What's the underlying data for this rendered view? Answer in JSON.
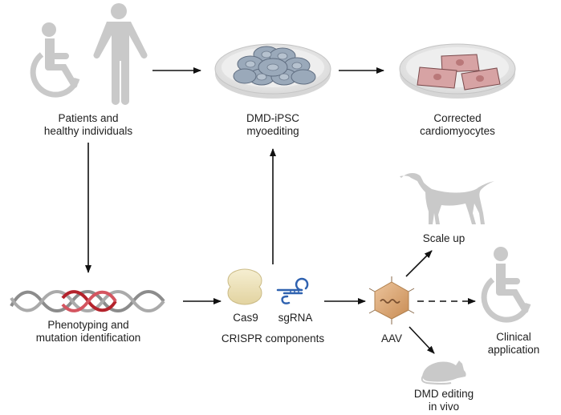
{
  "colors": {
    "icon_gray": "#c9c9c9",
    "arrow": "#111111",
    "cell_blue": "#9aa9ba",
    "cardio_pink": "#c98c8e",
    "dna_red": "#b4232c",
    "dna_gray": "#8c8c8c",
    "cas9": "#eee2b8",
    "sgrna": "#2f62b0",
    "aav": "#d8a674"
  },
  "nodes": {
    "patients": {
      "line1": "Patients and",
      "line2": "healthy individuals"
    },
    "ipsc": {
      "line1": "DMD-iPSC",
      "line2": "myoediting"
    },
    "cardio": {
      "line1": "Corrected",
      "line2": "cardiomyocytes"
    },
    "phenotyping": {
      "line1": "Phenotyping and",
      "line2": "mutation identification"
    },
    "cas9": {
      "label": "Cas9"
    },
    "sgrna": {
      "label": "sgRNA"
    },
    "crispr": {
      "label": "CRISPR components"
    },
    "aav": {
      "label": "AAV"
    },
    "scale_up": {
      "label": "Scale up"
    },
    "clinical": {
      "line1": "Clinical",
      "line2": "application"
    },
    "in_vivo": {
      "line1": "DMD editing",
      "line2": "in vivo"
    }
  }
}
